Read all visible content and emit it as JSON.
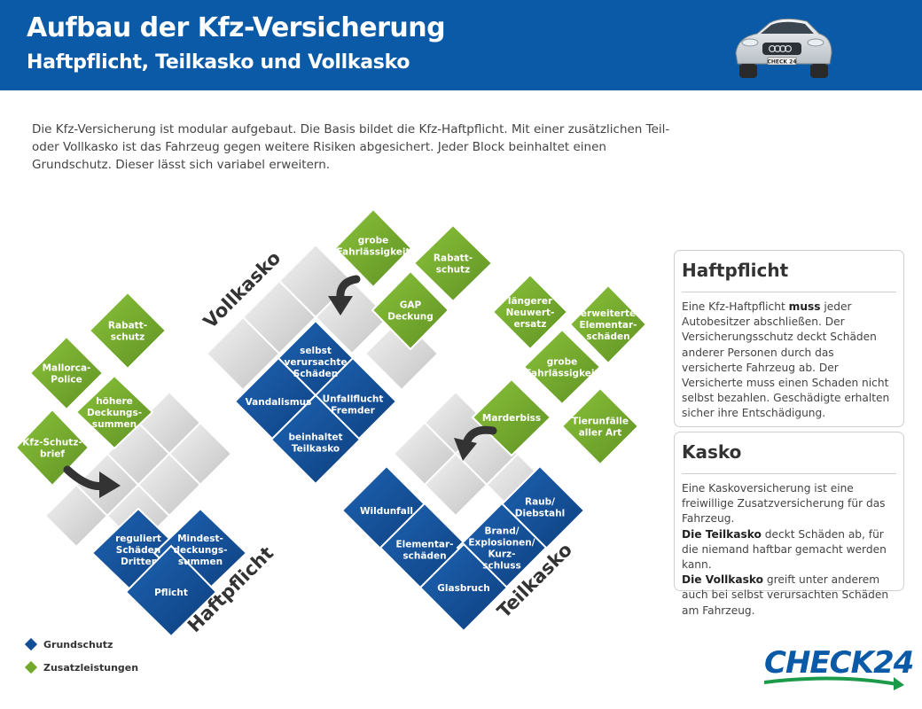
{
  "header": {
    "title": "Aufbau der Kfz-Versicherung",
    "subtitle": "Haftpflicht, Teilkasko und Vollkasko",
    "plate": "CHECK 24"
  },
  "intro": "Die Kfz-Versicherung ist modular aufgebaut. Die Basis bildet die Kfz-Haftpflicht. Mit einer zusätzlichen Teil- oder Vollkasko ist das Fahrzeug gegen weitere Risiken abgesichert. Jeder Block beinhaltet einen Grundschutz. Dieser lässt sich variabel erweitern.",
  "blocks": {
    "haftpflicht": {
      "label": "Haftpflicht",
      "grund": [
        [
          "reguliert",
          "Schäden",
          "Dritter"
        ],
        [
          "Mindest-",
          "deckungs-",
          "summen"
        ],
        [
          "Pflicht"
        ]
      ],
      "extras": [
        [
          "Kfz-Schutz-",
          "brief"
        ],
        [
          "höhere",
          "Deckungs-",
          "summen"
        ],
        [
          "Mallorca-",
          "Police"
        ],
        [
          "Rabatt-",
          "schutz"
        ]
      ]
    },
    "vollkasko": {
      "label": "Vollkasko",
      "grund": [
        [
          "selbst",
          "verursachte",
          "Schäden"
        ],
        [
          "Vandalismus"
        ],
        [
          "Unfallflucht",
          "Fremder"
        ],
        [
          "beinhaltet",
          "Teilkasko"
        ]
      ],
      "extras": [
        [
          "grobe",
          "Fahrlässigkeit"
        ],
        [
          "Rabatt-",
          "schutz"
        ],
        [
          "GAP",
          "Deckung"
        ]
      ]
    },
    "teilkasko": {
      "label": "Teilkasko",
      "grund": [
        [
          "Wildunfall"
        ],
        [
          "Raub/",
          "Diebstahl"
        ],
        [
          "Elementar-",
          "schäden"
        ],
        [
          "Brand/",
          "Explosionen/",
          "Kurz-",
          "schluss"
        ],
        [
          "Glasbruch"
        ]
      ],
      "extras": [
        [
          "Marderbiss"
        ],
        [
          "längerer",
          "Neuwert-",
          "ersatz"
        ],
        [
          "erweiterte",
          "Elementar-",
          "schäden"
        ],
        [
          "grobe",
          "Fahrlässigkeit"
        ],
        [
          "Tierunfälle",
          "aller Art"
        ]
      ]
    }
  },
  "panels": {
    "haftpflicht": {
      "title": "Haftpflicht",
      "text_a": "Eine Kfz-Haftpflicht ",
      "text_bold": "muss",
      "text_b": " jeder Autobesitzer abschließen. Der Versicherungsschutz deckt Schäden anderer Personen durch das versicherte Fahrzeug ab. Der Versicherte muss einen Schaden nicht selbst bezahlen. Geschädigte erhalten sicher ihre Entschädigung."
    },
    "kasko": {
      "title": "Kasko",
      "line1": "Eine Kaskoversicherung ist eine freiwillige Zusatzversicherung für das Fahrzeug.",
      "line2_bold": "Die Teilkasko",
      "line2": " deckt Schäden ab, für die niemand haftbar gemacht werden kann.",
      "line3_bold": "Die Vollkasko",
      "line3": " greift unter anderem auch bei selbst verursachten Schäden am Fahrzeug."
    }
  },
  "legend": {
    "grund": "Grundschutz",
    "zusatz": "Zusatzleistungen"
  },
  "logo": {
    "text_a": "CHECK",
    "text_b": "24"
  },
  "colors": {
    "header": "#0b5aa7",
    "grund": "#124e95",
    "zusatz": "#72a82b",
    "grey": "#d6d6d6"
  }
}
